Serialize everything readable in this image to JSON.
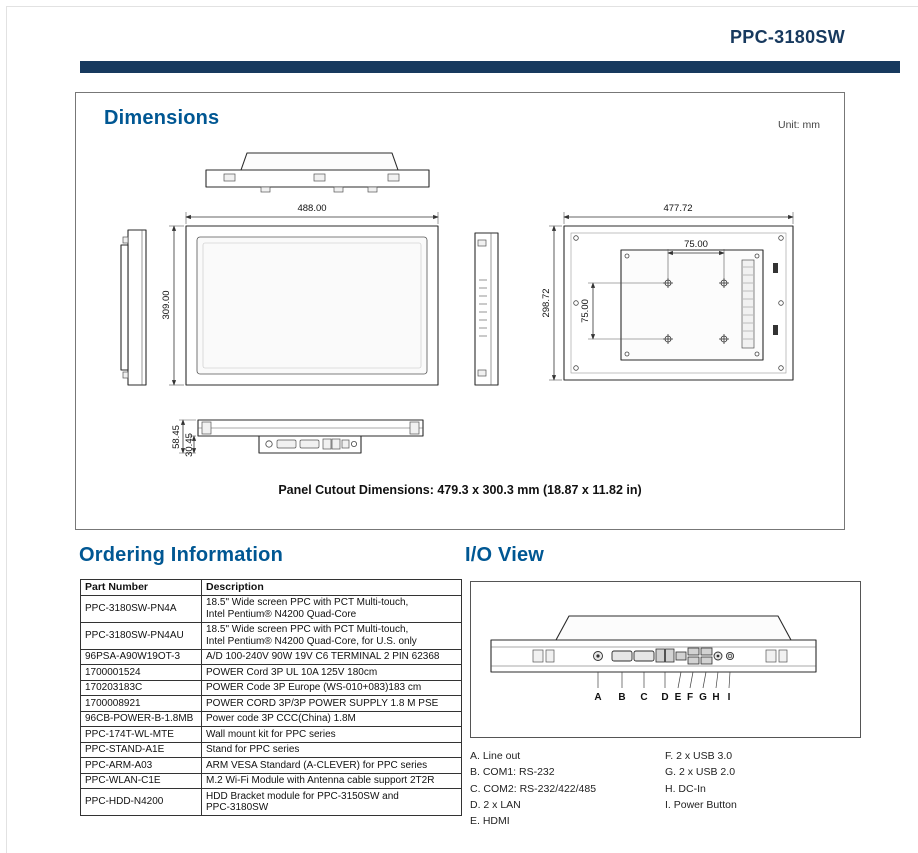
{
  "header": {
    "product_title": "PPC-3180SW"
  },
  "colors": {
    "navy_bar": "#17395e",
    "heading_blue": "#005793"
  },
  "dimensions": {
    "section_title": "Dimensions",
    "unit_label": "Unit: mm",
    "front_width_mm": "488.00",
    "front_height_mm": "309.00",
    "rear_width_mm": "477.72",
    "rear_height_mm": "298.72",
    "vesa_horizontal_mm": "75.00",
    "vesa_vertical_mm": "75.00",
    "depth_total_mm": "58.45",
    "depth_body_mm": "30.45",
    "panel_cutout": "Panel Cutout Dimensions: 479.3 x 300.3 mm (18.87 x 11.82 in)"
  },
  "ordering": {
    "section_title": "Ordering Information",
    "col_part": "Part Number",
    "col_desc": "Description",
    "rows": [
      {
        "part": "PPC-3180SW-PN4A",
        "desc": "18.5\" Wide screen PPC with PCT Multi-touch,\nIntel Pentium® N4200 Quad-Core"
      },
      {
        "part": "PPC-3180SW-PN4AU",
        "desc": "18.5\" Wide screen PPC with PCT Multi-touch,\nIntel Pentium® N4200 Quad-Core, for U.S. only"
      },
      {
        "part": "96PSA-A90W19OT-3",
        "desc": "A/D 100-240V 90W 19V C6 TERMINAL 2 PIN 62368"
      },
      {
        "part": "1700001524",
        "desc": "POWER Cord 3P UL 10A 125V 180cm"
      },
      {
        "part": "170203183C",
        "desc": "POWER Code 3P Europe (WS-010+083)183 cm"
      },
      {
        "part": "1700008921",
        "desc": "POWER CORD 3P/3P POWER SUPPLY 1.8 M PSE"
      },
      {
        "part": "96CB-POWER-B-1.8MB",
        "desc": "Power code 3P CCC(China) 1.8M"
      },
      {
        "part": "PPC-174T-WL-MTE",
        "desc": "Wall mount kit for PPC series"
      },
      {
        "part": "PPC-STAND-A1E",
        "desc": "Stand for PPC series"
      },
      {
        "part": "PPC-ARM-A03",
        "desc": "ARM VESA Standard (A-CLEVER) for PPC series"
      },
      {
        "part": "PPC-WLAN-C1E",
        "desc": "M.2 Wi-Fi Module with Antenna cable support 2T2R"
      },
      {
        "part": "PPC-HDD-N4200",
        "desc": "HDD Bracket module for PPC-3150SW and\nPPC-3180SW"
      }
    ]
  },
  "io": {
    "section_title": "I/O View",
    "port_letters": [
      "A",
      "B",
      "C",
      "D",
      "E",
      "F",
      "G",
      "H",
      "I"
    ],
    "legend_left": [
      "A. Line out",
      "B. COM1: RS-232",
      "C. COM2: RS-232/422/485",
      "D. 2 x LAN",
      "E. HDMI"
    ],
    "legend_right": [
      "F. 2 x USB 3.0",
      "G. 2 x USB 2.0",
      "H. DC-In",
      "I. Power Button"
    ]
  }
}
